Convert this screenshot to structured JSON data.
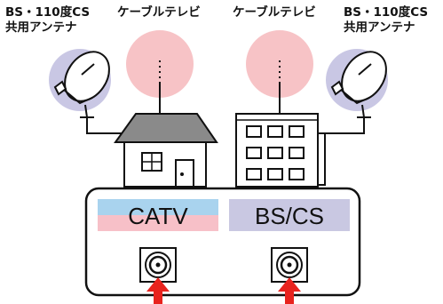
{
  "labels": {
    "left_antenna_line1": "BS・110度CS",
    "left_antenna_line2": "共用アンテナ",
    "left_cable": "ケーブルテレビ",
    "right_cable": "ケーブルテレビ",
    "right_antenna_line1": "BS・110度CS",
    "right_antenna_line2": "共用アンテナ"
  },
  "ports": {
    "catv_label": "CATV",
    "bscs_label": "BS/CS"
  },
  "icons": {
    "left_antenna": "satellite-dish-icon",
    "right_antenna": "satellite-dish-icon",
    "house": "house-icon",
    "building": "apartment-building-icon",
    "catv_connector": "coax-connector-icon",
    "bscs_connector": "coax-connector-icon",
    "arrows": "up-arrow-icon"
  },
  "colors": {
    "cloud_pink": "#f7c3c6",
    "dish_bg_lavender": "#c9c7e4",
    "catv_blue": "#a9d3ee",
    "catv_pink": "#f7c0c8",
    "bscs_lavender": "#c9c8e2",
    "roof_gray": "#8a8a8a",
    "arrow_red": "#e8231e"
  }
}
